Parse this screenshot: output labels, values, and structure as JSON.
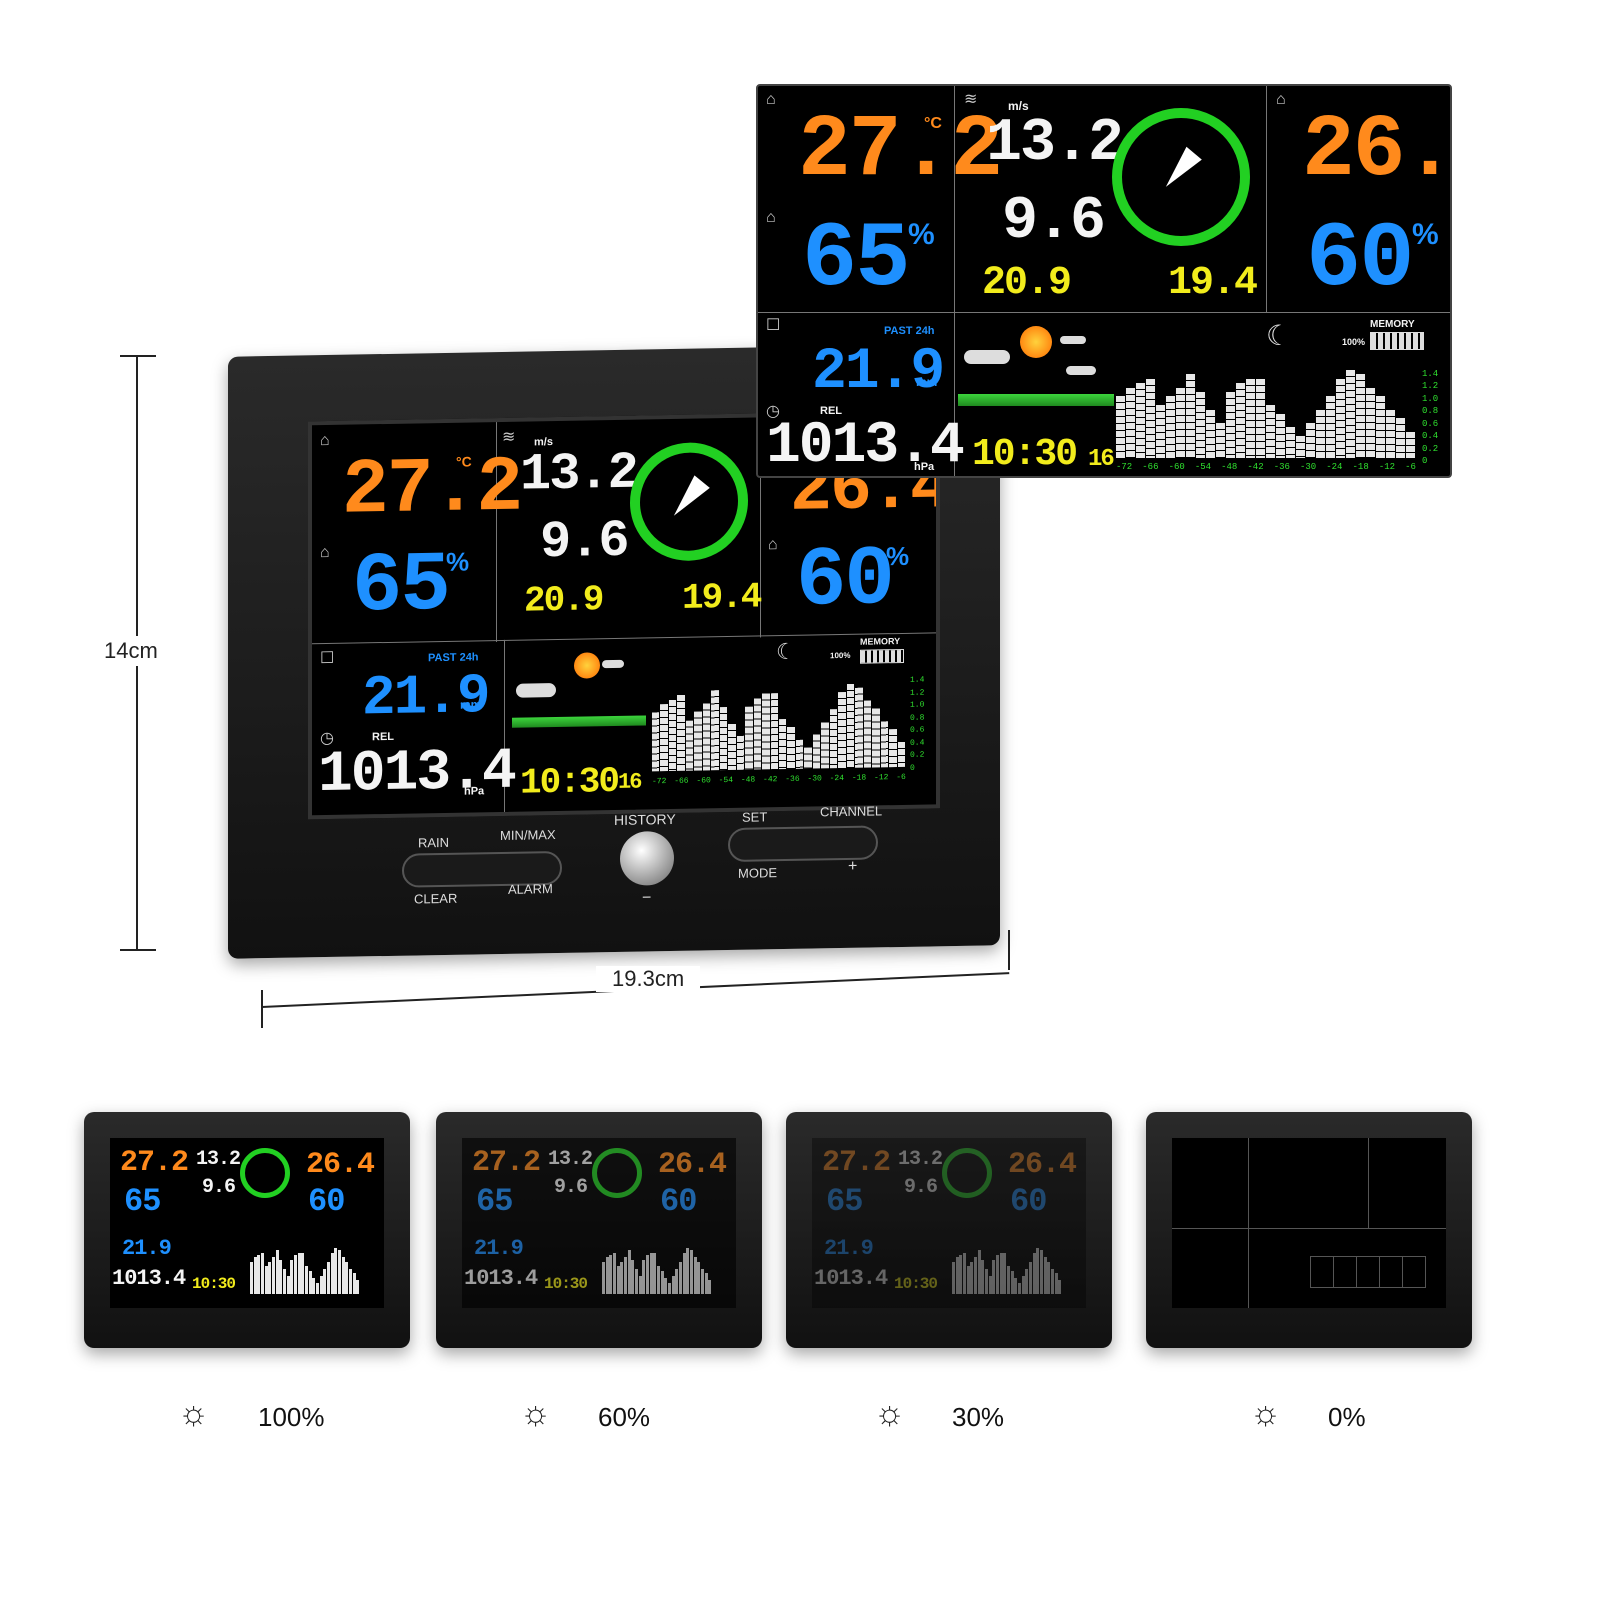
{
  "display": {
    "indoor_temp": "27.2",
    "indoor_humidity": "65",
    "wind_speed": "13.2",
    "wind_gust": "9.6",
    "wind_speed_unit": "m/s",
    "feels_like_left": "20.9",
    "feels_like_right": "19.4",
    "outdoor_temp": "26.4",
    "outdoor_humidity": "60",
    "rain_amount": "21.9",
    "rain_unit": "mm",
    "rain_period": "PAST 24h",
    "pressure": "1013.4",
    "pressure_unit": "hPa",
    "pressure_mode": "REL",
    "time": "10:30",
    "day": "16",
    "celsius_unit": "°C",
    "percent_unit": "%",
    "memory_label": "MEMORY",
    "memory_level": "100%",
    "history_axis": [
      "-72",
      "-66",
      "-60",
      "-54",
      "-48",
      "-42",
      "-36",
      "-30",
      "-24",
      "-18",
      "-12",
      "-6"
    ],
    "history_scale": [
      "1.4",
      "1.2",
      "1.0",
      "0.8",
      "0.6",
      "0.4",
      "0.2",
      "0"
    ],
    "history_bars": [
      0.7,
      0.8,
      0.85,
      0.9,
      0.6,
      0.7,
      0.8,
      0.95,
      0.75,
      0.55,
      0.4,
      0.75,
      0.85,
      0.9,
      0.9,
      0.6,
      0.5,
      0.35,
      0.25,
      0.4,
      0.55,
      0.7,
      0.9,
      1.0,
      0.95,
      0.8,
      0.7,
      0.55,
      0.45,
      0.3
    ]
  },
  "buttons": {
    "rain": "RAIN",
    "clear": "CLEAR",
    "minmax": "MIN/MAX",
    "alarm": "ALARM",
    "history": "HISTORY",
    "minus": "−",
    "set": "SET",
    "mode": "MODE",
    "channel": "CHANNEL",
    "plus": "+"
  },
  "dimensions": {
    "height": "14cm",
    "width": "19.3cm"
  },
  "brightness_levels": [
    "100%",
    "60%",
    "30%",
    "0%"
  ],
  "icons": [
    "house-icon",
    "wind-icon",
    "rain-gauge-icon",
    "clock-icon",
    "compass-icon",
    "sun-icon",
    "moon-icon",
    "brightness-bulb-icon"
  ],
  "colors": {
    "orange": "#ff8a1c",
    "blue": "#1e90ff",
    "yellow": "#f2ec1c",
    "green": "#2fe02f",
    "white": "#f4f4f4"
  }
}
